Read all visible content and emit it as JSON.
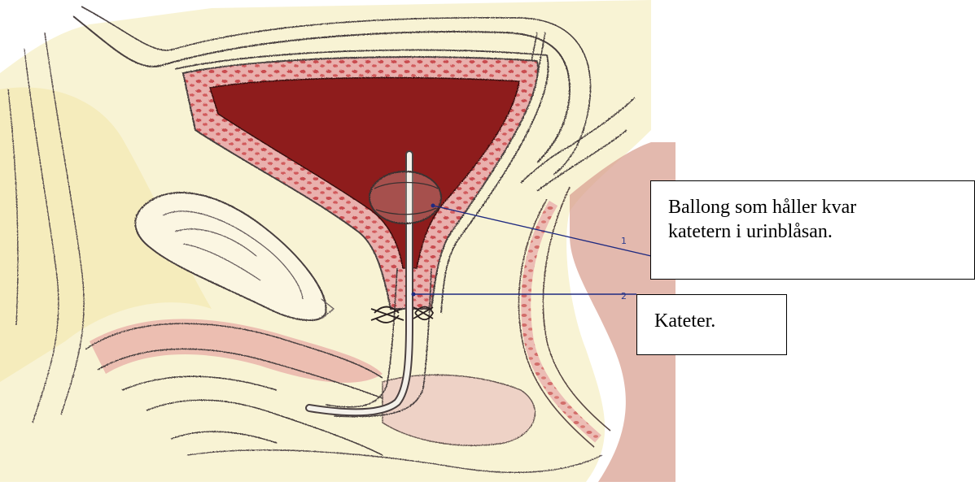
{
  "diagram": {
    "subject": "sagittal section of male pelvis with indwelling urinary catheter",
    "colors": {
      "bladder_lumen": "#8e1f1f",
      "bladder_wall": "#e7a4a4",
      "tissue": "#f6efc2",
      "rectum": "#dca08f",
      "outline": "#4a4040",
      "pointer_line": "#1f2a80"
    }
  },
  "callouts": {
    "balloon": {
      "line1": "Ballong som håller kvar",
      "line2": "katetern i urinblåsan.",
      "marker": "1"
    },
    "catheter": {
      "line1": "Kateter.",
      "marker": "2"
    }
  }
}
